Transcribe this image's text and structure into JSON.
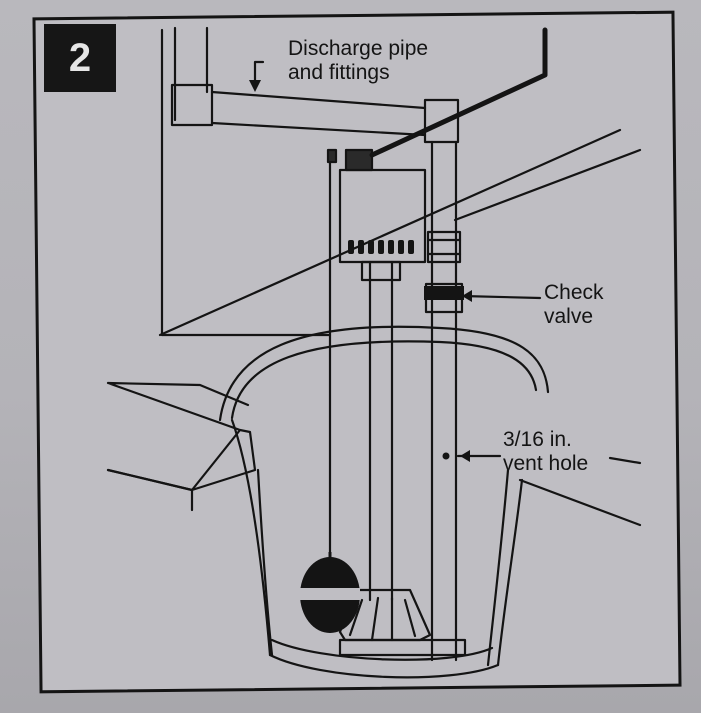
{
  "step": {
    "number": "2"
  },
  "labels": {
    "discharge_line1": "Discharge pipe",
    "discharge_line2": "and fittings",
    "check_line1": "Check",
    "check_line2": "valve",
    "vent_line1": "3/16 in.",
    "vent_line2": "vent hole"
  },
  "colors": {
    "ink": "#141414",
    "paper": "#bfbec3",
    "badge_bg": "#161616"
  }
}
